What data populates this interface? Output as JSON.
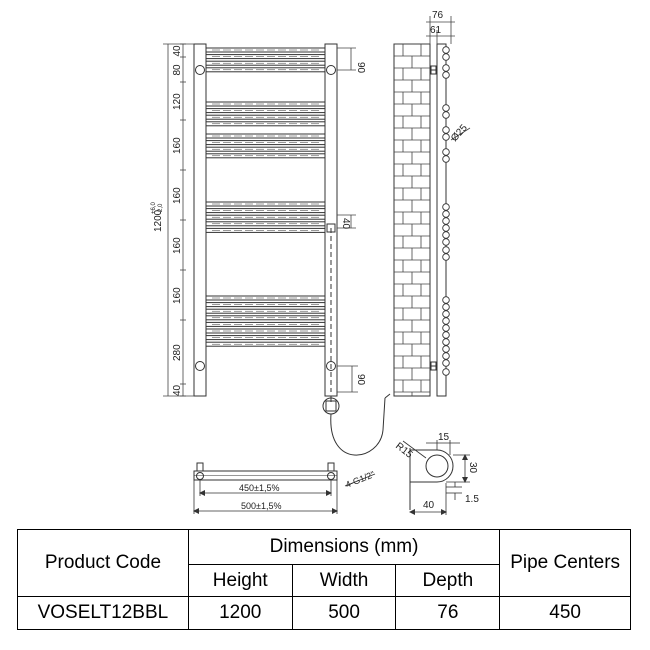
{
  "front_dims": {
    "left_segments": [
      "40",
      "80",
      "120",
      "160",
      "160",
      "160",
      "160",
      "280",
      "40"
    ],
    "overall_height": "1200",
    "overall_tol_upper": "+6,0",
    "overall_tol_lower": "-2,0",
    "top_bracket": "90",
    "element_offset": "40",
    "bottom_bracket": "90"
  },
  "side_dims": {
    "depth": "76",
    "wall_offset": "61",
    "tube_dia": "Ø25"
  },
  "plan_dims": {
    "centres": "450±1,5%",
    "width": "500±1,5%"
  },
  "cable_label": "4-G1/2\"",
  "bracket_dims": {
    "radius": "R15",
    "top": "15",
    "height": "30",
    "gap": "1.5",
    "width": "40"
  },
  "table": {
    "product_code_header": "Product Code",
    "dimensions_header": "Dimensions (mm)",
    "height_header": "Height",
    "width_header": "Width",
    "depth_header": "Depth",
    "pipe_centers_header": "Pipe Centers",
    "row": {
      "code": "VOSELT12BBL",
      "height": "1200",
      "width": "500",
      "depth": "76",
      "pipe_centers": "450"
    }
  }
}
